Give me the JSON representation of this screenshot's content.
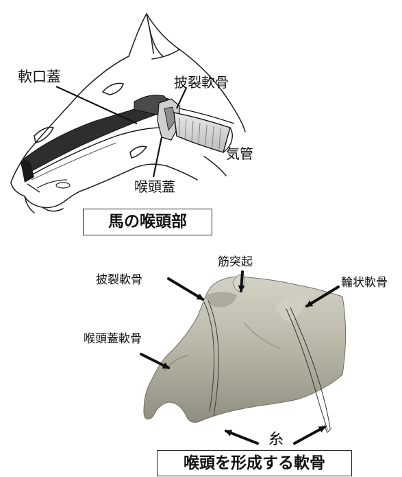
{
  "top_figure": {
    "title": "馬の喉頭部",
    "labels": {
      "soft_palate": "軟口蓋",
      "arytenoid": "披裂軟骨",
      "trachea": "気管",
      "epiglottis": "喉頭蓋"
    }
  },
  "bottom_figure": {
    "title": "喉頭を形成する軟骨",
    "labels": {
      "arytenoid": "披裂軟骨",
      "muscular_process": "筋突起",
      "cricoid": "輪状軟骨",
      "epiglottic_cartilage": "喉頭蓋軟骨",
      "thread": "糸"
    }
  },
  "colors": {
    "ink": "#111111",
    "tissue_dark": "#2e2e2e",
    "cartilage": "#c9c4b4",
    "specimen": "#b9b8a8"
  }
}
